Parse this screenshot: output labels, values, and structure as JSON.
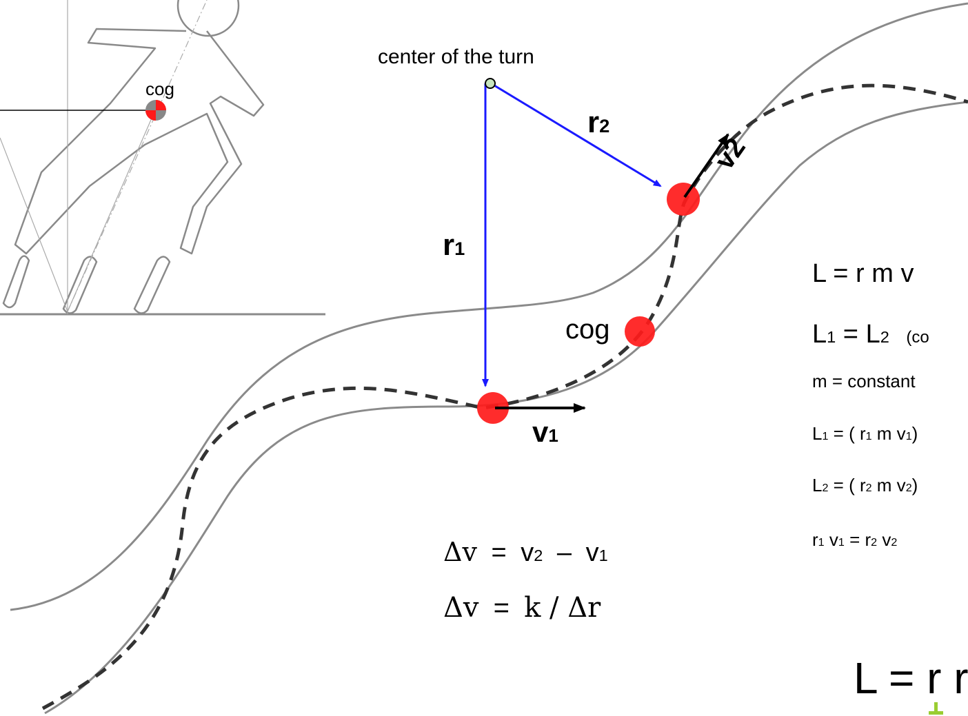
{
  "labels": {
    "center_of_turn": "center of the turn",
    "cog_small": "cog",
    "cog_large": "cog",
    "r1": {
      "base": "r",
      "sub": "1"
    },
    "r2": {
      "base": "r",
      "sub": "2"
    },
    "v1": {
      "base": "v",
      "sub": "1"
    },
    "v2": "v2"
  },
  "equations": {
    "delta_v_1": {
      "lhs": "Δv",
      "op": "=",
      "a": "v",
      "a_sub": "2",
      "minus": "–",
      "b": "v",
      "b_sub": "1"
    },
    "delta_v_2": {
      "lhs": "Δv",
      "op": "=",
      "rhs": "k / Δr"
    },
    "L_def": "L = r m v",
    "L_eq": {
      "a": "L",
      "a_sub": "1",
      "eq": " = ",
      "b": "L",
      "b_sub": "2",
      "note": "(co"
    },
    "m_const": "m = constant",
    "L1": {
      "pre": "L",
      "pre_sub": "1",
      "mid": " = ( r",
      "r_sub": "1",
      "mv": " m v",
      "v_sub": "1",
      "end": ")"
    },
    "L2": {
      "pre": "L",
      "pre_sub": "2",
      "mid": " = ( r",
      "r_sub": "2",
      "mv": " m v",
      "v_sub": "2",
      "end": ")"
    },
    "rv": {
      "r": "r",
      "r_sub": "1",
      "v": " v",
      "v_sub": "1",
      "eq": " = r",
      "r2_sub": "2",
      "v2": " v",
      "v2_sub": "2"
    },
    "L_big": "L = r r"
  },
  "colors": {
    "radius_vector": "#1a1aff",
    "velocity_vector": "#000000",
    "cog_point": "#ff1a1a",
    "track_edge": "#8a8a8a",
    "path_dashed": "#333333",
    "skater_outline": "#8a8a8a",
    "highlight_arrow": "#9acd32"
  }
}
